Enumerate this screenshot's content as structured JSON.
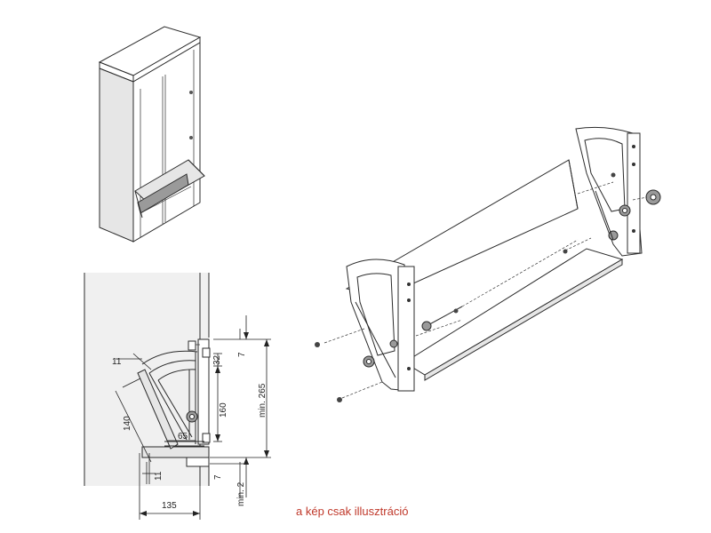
{
  "caption": "a kép csak illusztráció",
  "dimensions": {
    "d11_top": "11",
    "d32": "32",
    "d7_top": "7",
    "d160": "160",
    "min265": "min. 265",
    "d140": "140",
    "d65": "65",
    "d11_bottom": "11",
    "d7_bottom": "7",
    "min2": "min. 2",
    "d135": "135"
  }
}
